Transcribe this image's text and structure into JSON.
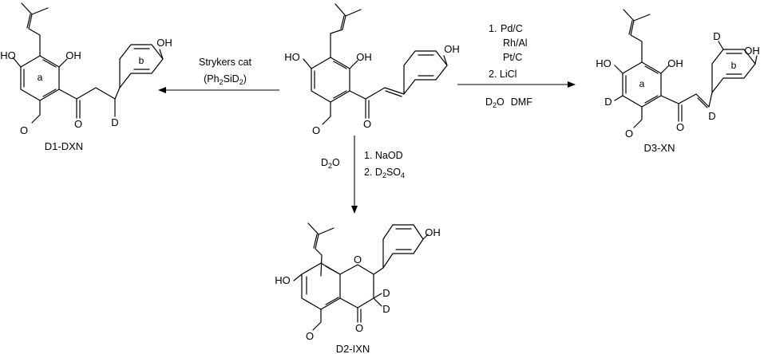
{
  "compounds": {
    "start": {
      "atoms": {
        "ho_left": "HO",
        "oh_ring": "OH",
        "o_carbonyl": "O",
        "oh_phenol": "OH",
        "o_methoxy": "O"
      }
    },
    "d1": {
      "name": "D1-DXN",
      "atoms": {
        "ho_left": "HO",
        "oh_ring": "OH",
        "o_carbonyl": "O",
        "oh_phenol": "OH",
        "o_methoxy": "O",
        "d": "D"
      },
      "rings": {
        "a": "a",
        "b": "b"
      }
    },
    "d3": {
      "name": "D3-XN",
      "atoms": {
        "ho_left": "HO",
        "oh_ring": "OH",
        "o_carbonyl": "O",
        "oh_phenol": "OH",
        "o_methoxy": "O",
        "d_ring_a": "D",
        "d_vinyl": "D",
        "d_ring_b": "D"
      },
      "rings": {
        "a": "a",
        "b": "b"
      }
    },
    "d2": {
      "name": "D2-IXN",
      "atoms": {
        "ho_left": "HO",
        "o_ring": "O",
        "o_carbonyl": "O",
        "oh_phenol": "OH",
        "o_methoxy": "O",
        "d_upper": "D",
        "d_lower": "D"
      }
    }
  },
  "reactions": {
    "left": {
      "catalyst": "Strykers cat",
      "reagent": {
        "open": "(Ph",
        "s1": "2",
        "mid": "SiD",
        "s2": "2",
        "close": ")"
      }
    },
    "right": {
      "step1_prefix": "1.",
      "catalysts": [
        "Pd/C",
        "Rh/Al",
        "Pt/C"
      ],
      "step2": "2. LiCl",
      "solvent": {
        "d": "D",
        "sub": "2",
        "o": "O",
        "dmf": "DMF"
      }
    },
    "down": {
      "solvent": {
        "d": "D",
        "sub": "2",
        "o": "O"
      },
      "step1": "1. NaOD",
      "step2": {
        "pre": "2. D",
        "s1": "2",
        "mid": "SO",
        "s2": "4"
      }
    }
  }
}
